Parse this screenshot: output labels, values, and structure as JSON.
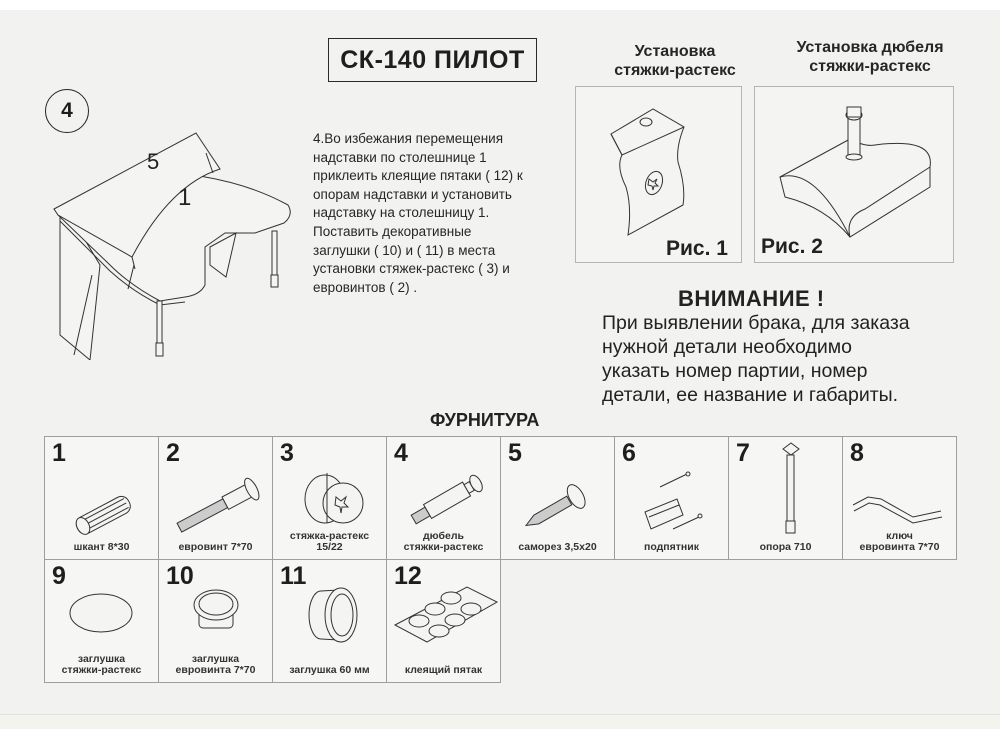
{
  "document": {
    "title": "СК-140 ПИЛОТ",
    "step_number": "4",
    "desk_labels": {
      "top_shelf": "5",
      "tabletop": "1"
    },
    "instruction": "4.Во избежания перемещения\nнадставки по столешнице 1\nприклеить клеящие пятаки  ( 12)   к\nопорам надставки и установить\nнадставку на столешницу 1.\nПоставить декоративные\nзаглушки ( 10)   и  ( 11)   в места\nустановки стяжек-растекс  ( 3)   и\nевровинтов  ( 2)  ."
  },
  "figures": [
    {
      "title": "Установка\nстяжки-растекс",
      "label": "Рис. 1"
    },
    {
      "title": "Установка дюбеля\nстяжки-растекс",
      "label": "Рис. 2"
    }
  ],
  "attention": {
    "title": "ВНИМАНИЕ !",
    "text": "При выявлении брака, для заказа\nнужной детали необходимо\nуказать номер партии, номер\nдетали, ее название и габариты."
  },
  "hardware": {
    "title": "ФУРНИТУРА",
    "items": [
      {
        "num": "1",
        "label": "шкант 8*30",
        "icon": "dowel-icon"
      },
      {
        "num": "2",
        "label": "евровинт 7*70",
        "icon": "euroscrew-icon"
      },
      {
        "num": "3",
        "label": "стяжка-растекс\n15/22",
        "icon": "cam-lock-icon"
      },
      {
        "num": "4",
        "label": "дюбель\nстяжки-растекс",
        "icon": "cam-dowel-icon"
      },
      {
        "num": "5",
        "label": "саморез 3,5x20",
        "icon": "wood-screw-icon"
      },
      {
        "num": "6",
        "label": "подпятник",
        "icon": "glide-pad-icon"
      },
      {
        "num": "7",
        "label": "опора 710",
        "icon": "leg-support-icon"
      },
      {
        "num": "8",
        "label": "ключ\nевровинта 7*70",
        "icon": "hex-key-icon"
      },
      {
        "num": "9",
        "label": "заглушка\nстяжки-растекс",
        "icon": "cap-disc-icon"
      },
      {
        "num": "10",
        "label": "заглушка\nевровинта 7*70",
        "icon": "cap-plug-icon"
      },
      {
        "num": "11",
        "label": "заглушка 60 мм",
        "icon": "grommet-icon"
      },
      {
        "num": "12",
        "label": "клеящий пятак",
        "icon": "adhesive-pads-icon"
      }
    ]
  }
}
